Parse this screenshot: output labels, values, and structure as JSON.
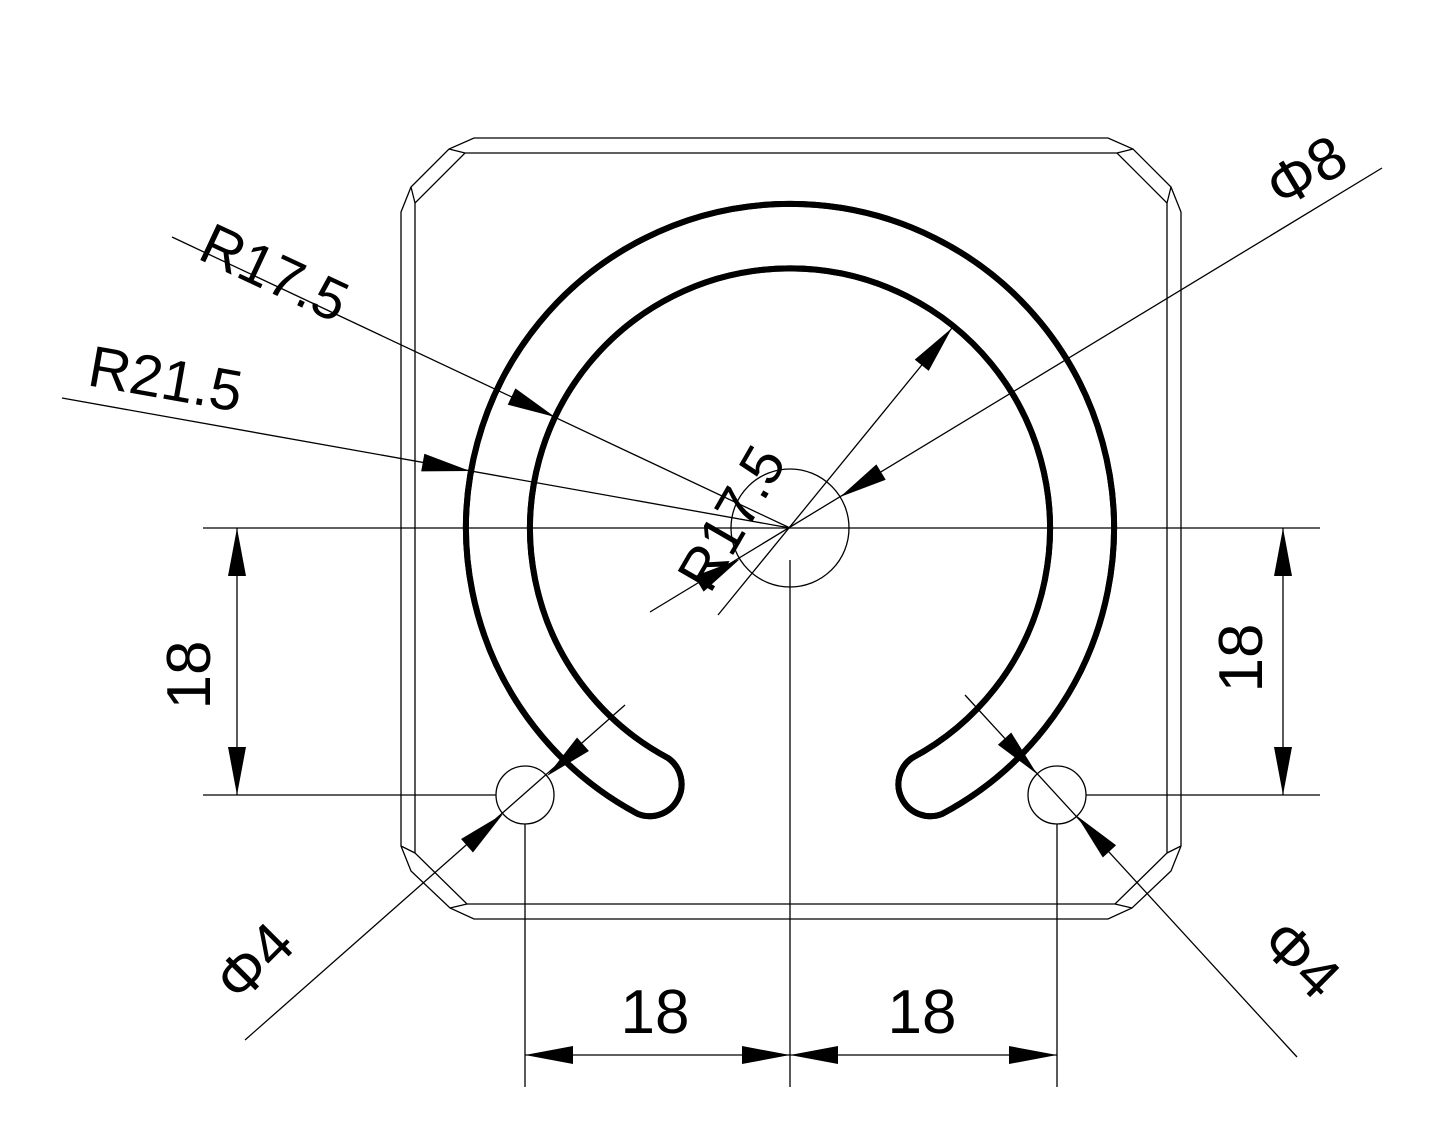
{
  "drawing": {
    "labels": {
      "r_outer_leader": "R17.5",
      "r_21_5": "R21.5",
      "r_center": "R17.5",
      "phi_8": "Φ8",
      "dim_left_vertical": "18",
      "dim_right_vertical": "18",
      "dim_bottom_left": "18",
      "dim_bottom_right": "18",
      "phi_4_left": "Φ4",
      "phi_4_right": "Φ4"
    },
    "colors": {
      "line": "#000000",
      "background": "#ffffff"
    }
  }
}
